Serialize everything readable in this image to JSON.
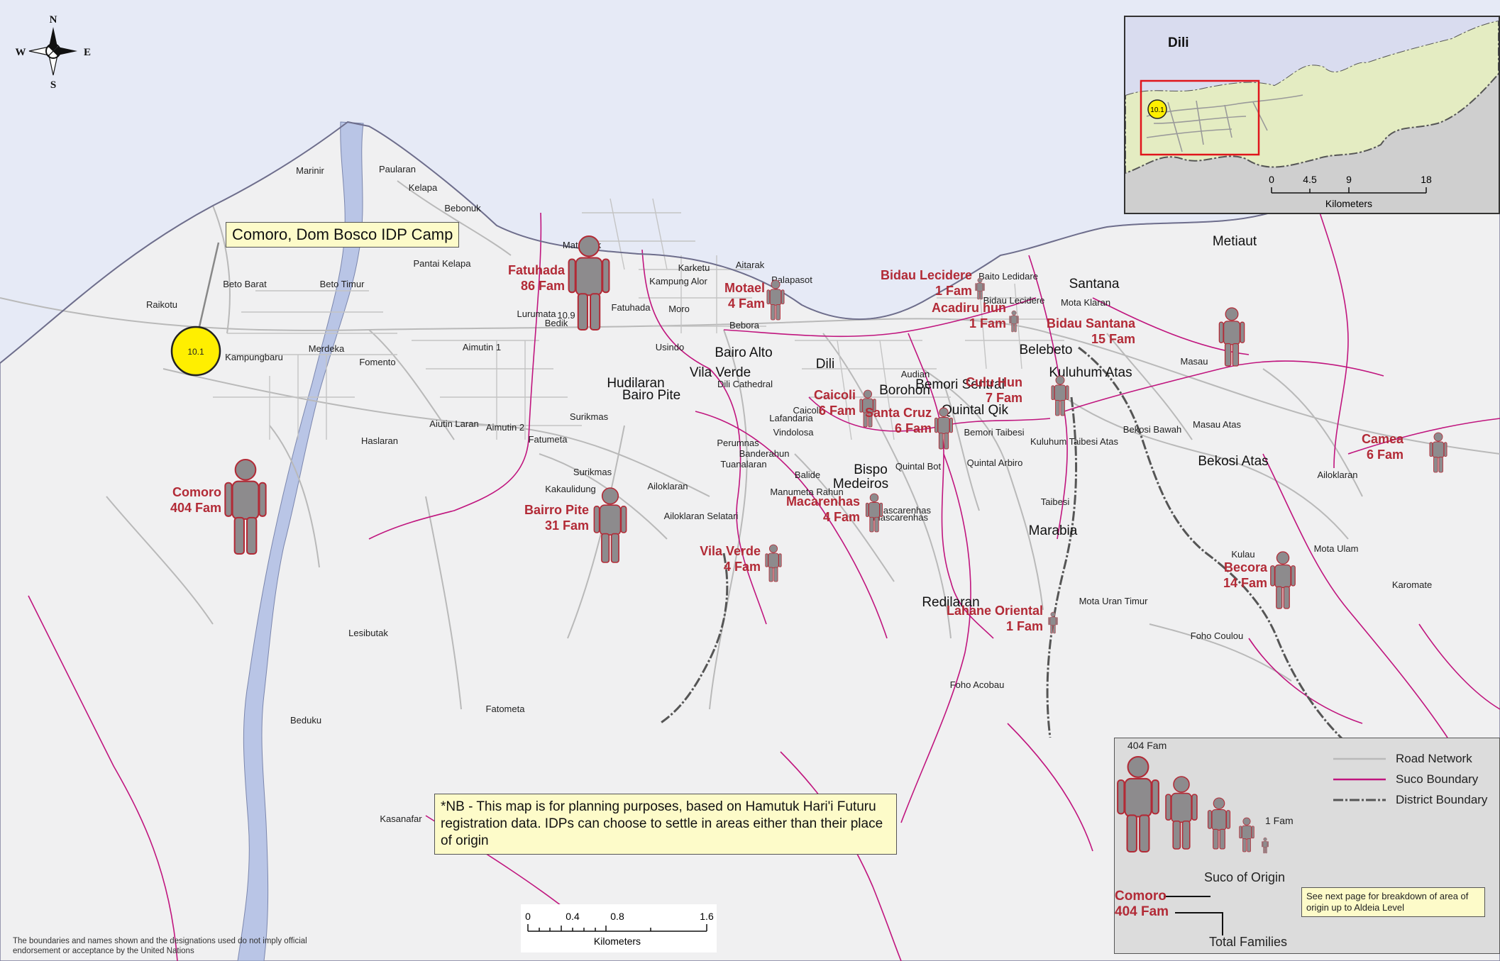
{
  "compass": {
    "n": "N",
    "s": "S",
    "e": "E",
    "w": "W"
  },
  "camp": {
    "label": "Comoro, Dom Bosco IDP Camp",
    "marker": "10.1"
  },
  "place_names": [
    "Marinir",
    "Paularan",
    "Kelapa",
    "Bebonuk",
    "Pantai Kelapa",
    "Beto Barat",
    "Beto Timur",
    "Raikotu",
    "Kampungbaru",
    "Merdeka",
    "Fomento",
    "Aimutin 1",
    "Aiutin Laran",
    "Aimutin 2",
    "Haslaran",
    "Mataruak",
    "Lurumata",
    "10.9",
    "Bedik",
    "Fatuhada",
    "Karketu",
    "Kampung Alor",
    "Moro",
    "Aitarak",
    "Palapasot",
    "Bebora",
    "Usindo",
    "Bairo Alto",
    "Dili",
    "Vila Verde",
    "Dili Cathedral",
    "Hudilaran",
    "Bairo Pite",
    "Surikmas",
    "Fatumeta",
    "Kakaulidung",
    "Ailoklaran",
    "Ailoklaran Selatari",
    "Perumnas",
    "Banderahun",
    "Tuanalaran",
    "Caicoli",
    "Lafandaria",
    "Vindolosa",
    "Balide",
    "Manumeta Rahun",
    "Bispo",
    "Medeiros",
    "Borohon",
    "Audian",
    "Bemori Sentral",
    "Quintal Qik",
    "Bemori Taibesi",
    "Quintal Bot",
    "Quintal Arbiro",
    "Mascarenhas",
    "Mascarenhas",
    "Baito Ledidare",
    "Bidau Lecidere",
    "Santana",
    "Mota Klaran",
    "Belebeto",
    "Kuluhum Atas",
    "Kuluhum Taibesi Atas",
    "Taibesi",
    "Marabia",
    "Bekosi Bawah",
    "Bekosi Atas",
    "Masau",
    "Masau Atas",
    "Metiaut",
    "Ailoklaran",
    "Kulau",
    "Mota Ulam",
    "Karomate",
    "Mota Uran Timur",
    "Foho Coulou",
    "Redilaran",
    "Foho Acobau",
    "Lesibutak",
    "Beduku",
    "Fatometa",
    "Kasanafar",
    "Bairo Pite",
    "Surikmas"
  ],
  "suco_groups": [
    {
      "suco": "Comoro",
      "families": "404 Fam"
    },
    {
      "suco": "Fatuhada",
      "families": "86 Fam"
    },
    {
      "suco": "Motael",
      "families": "4 Fam"
    },
    {
      "suco": "Bidau Lecidere",
      "families": "1 Fam"
    },
    {
      "suco": "Acadiru hun",
      "families": "1 Fam"
    },
    {
      "suco": "Bidau Santana",
      "families": "15 Fam"
    },
    {
      "suco": "Caicoli",
      "families": "6 Fam"
    },
    {
      "suco": "Santa Cruz",
      "families": "6 Fam"
    },
    {
      "suco": "Culu Hun",
      "families": "7 Fam"
    },
    {
      "suco": "Camea",
      "families": "6 Fam"
    },
    {
      "suco": "Bairro Pite",
      "families": "31 Fam"
    },
    {
      "suco": "Vila Verde",
      "families": "4 Fam"
    },
    {
      "suco": "Macarenhas",
      "families": "4 Fam"
    },
    {
      "suco": "Lahane Oriental",
      "families": "1 Fam"
    },
    {
      "suco": "Becora",
      "families": "14 Fam"
    }
  ],
  "inset": {
    "title": "Dili",
    "marker": "10.1",
    "scale_ticks": [
      "0",
      "4.5",
      "9",
      "18"
    ],
    "scale_unit": "Kilometers"
  },
  "legend": {
    "max_label": "404 Fam",
    "min_label": "1 Fam",
    "items": [
      "Road Network",
      "Suco Boundary",
      "District Boundary"
    ],
    "suco_of_origin": "Suco of Origin",
    "example_suco": "Comoro",
    "example_fam": "404 Fam",
    "total_families": "Total Families",
    "note": "See next page for breakdown of area of origin up to Aldeia Level",
    "colors": {
      "road": "#b9b9b9",
      "suco": "#c0157e",
      "district": "#555555",
      "label": "#b22a36",
      "figure": "#8d8b8d",
      "water": "#e6eaf6",
      "river": "#b9c5e6",
      "marker": "#ffef00"
    }
  },
  "scale": {
    "ticks": [
      "0",
      "0.4",
      "0.8",
      "1.6"
    ],
    "unit": "Kilometers"
  },
  "note": "*NB - This map is for planning purposes, based on Hamutuk Hari'i Futuru registration data. IDPs can choose to settle in areas either than their place of origin",
  "disclaimer": "The boundaries and names shown and the designations used do not imply official endorsement or acceptance by the United Nations"
}
